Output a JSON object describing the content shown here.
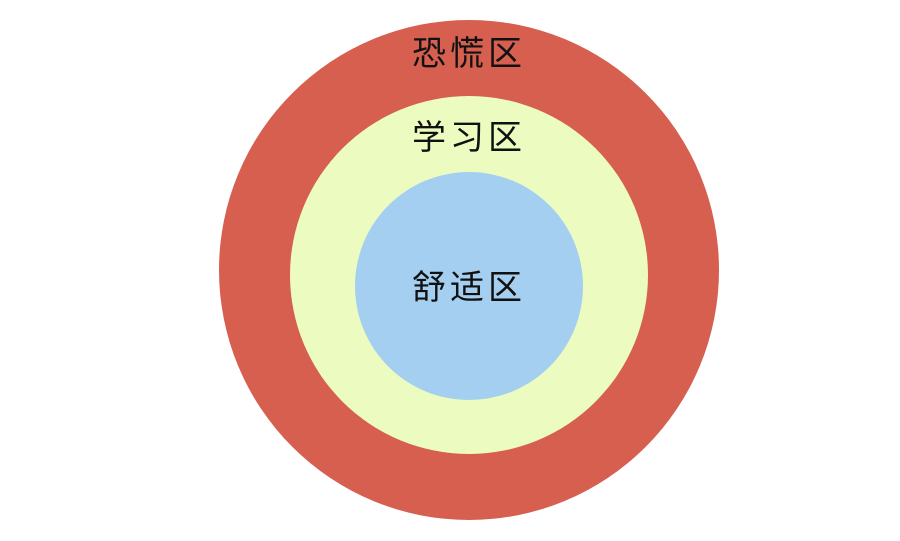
{
  "zones": {
    "panic": {
      "label": "恐慌区",
      "color": "#d65f4f"
    },
    "learning": {
      "label": "学习区",
      "color": "#ecfcc0"
    },
    "comfort": {
      "label": "舒适区",
      "color": "#a4cff1"
    }
  }
}
